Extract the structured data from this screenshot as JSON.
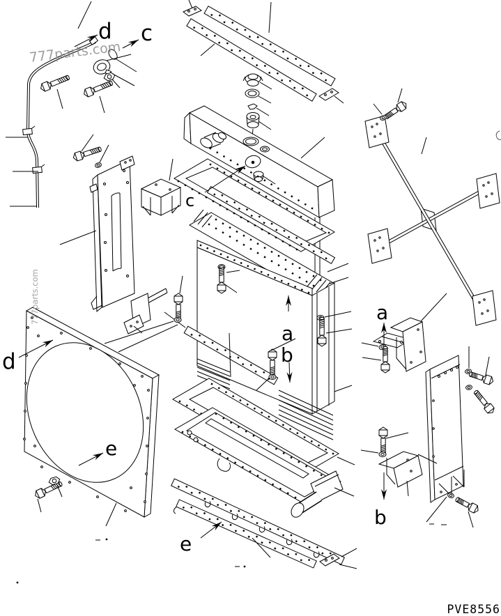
{
  "figure": {
    "code": "PVE8556",
    "watermark_top": "777parts.com",
    "watermark_side": "777parts.com"
  },
  "callouts": {
    "tube_d": "d",
    "tube_c": "c",
    "tank_c": "c",
    "core_up_a": "a",
    "core_down_b": "b",
    "right_up_a": "a",
    "right_down_b": "b",
    "shroud_d": "d",
    "shroud_e": "e",
    "strip_e": "e"
  }
}
